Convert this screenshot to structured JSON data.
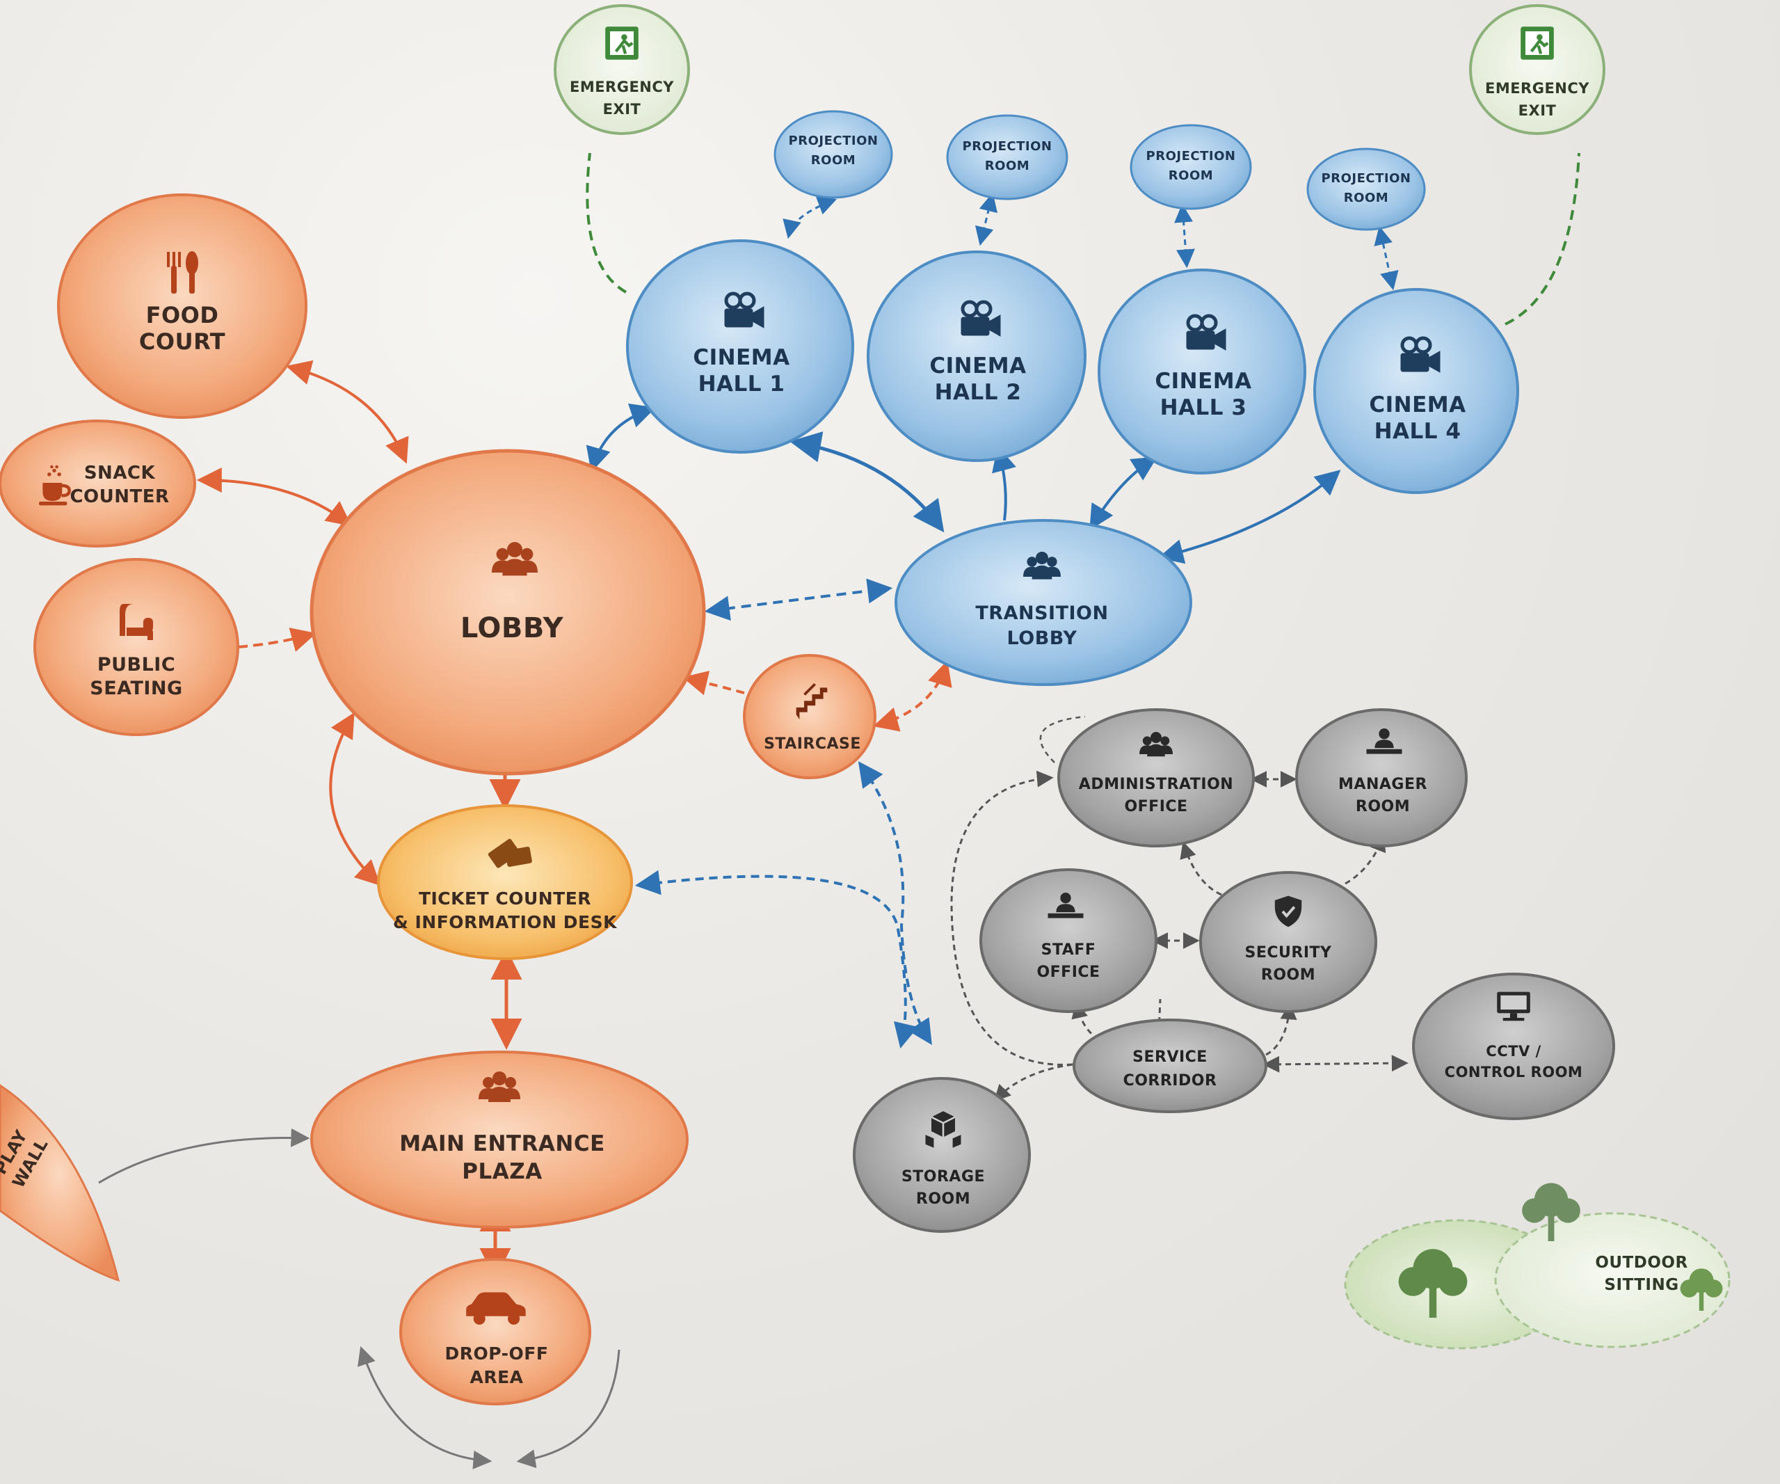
{
  "nodes": {
    "food_court": {
      "lines": [
        "FOOD",
        "COURT"
      ],
      "icon": "cutlery-icon"
    },
    "snack_counter": {
      "lines": [
        "SNACK",
        "COUNTER"
      ],
      "icon": "coffee-cup-icon"
    },
    "public_seating": {
      "lines": [
        "PUBLIC",
        "SEATING"
      ],
      "icon": "armchair-icon"
    },
    "lobby": {
      "lines": [
        "LOBBY"
      ],
      "icon": "people-group-icon"
    },
    "ticket_counter": {
      "lines": [
        "TICKET COUNTER",
        "& INFORMATION DESK"
      ],
      "icon": "tickets-icon"
    },
    "main_entrance": {
      "lines": [
        "MAIN ENTRANCE",
        "PLAZA"
      ],
      "icon": "people-group-icon"
    },
    "drop_off": {
      "lines": [
        "DROP-OFF",
        "AREA"
      ],
      "icon": "car-icon"
    },
    "display_wall": {
      "lines": [
        "PLAY",
        "WALL"
      ]
    },
    "staircase": {
      "lines": [
        "STAIRCASE"
      ],
      "icon": "stairs-icon"
    },
    "emergency_exit_1": {
      "lines": [
        "EMERGENCY",
        "EXIT"
      ],
      "icon": "exit-sign-icon"
    },
    "emergency_exit_2": {
      "lines": [
        "EMERGENCY",
        "EXIT"
      ],
      "icon": "exit-sign-icon"
    },
    "projection_1": {
      "lines": [
        "PROJECTION",
        "ROOM"
      ]
    },
    "projection_2": {
      "lines": [
        "PROJECTION",
        "ROOM"
      ]
    },
    "projection_3": {
      "lines": [
        "PROJECTION",
        "ROOM"
      ]
    },
    "projection_4": {
      "lines": [
        "PROJECTION",
        "ROOM"
      ]
    },
    "cinema_1": {
      "lines": [
        "CINEMA",
        "HALL 1"
      ],
      "icon": "movie-camera-icon"
    },
    "cinema_2": {
      "lines": [
        "CINEMA",
        "HALL 2"
      ],
      "icon": "movie-camera-icon"
    },
    "cinema_3": {
      "lines": [
        "CINEMA",
        "HALL 3"
      ],
      "icon": "movie-camera-icon"
    },
    "cinema_4": {
      "lines": [
        "CINEMA",
        "HALL 4"
      ],
      "icon": "movie-camera-icon"
    },
    "transition_lobby": {
      "lines": [
        "TRANSITION",
        "LOBBY"
      ],
      "icon": "people-group-icon"
    },
    "admin_office": {
      "lines": [
        "ADMINISTRATION",
        "OFFICE"
      ],
      "icon": "people-group-icon"
    },
    "manager_room": {
      "lines": [
        "MANAGER",
        "ROOM"
      ],
      "icon": "desk-person-icon"
    },
    "staff_office": {
      "lines": [
        "STAFF",
        "OFFICE"
      ],
      "icon": "desk-person-icon"
    },
    "security_room": {
      "lines": [
        "SECURITY",
        "ROOM"
      ],
      "icon": "shield-icon"
    },
    "service_corridor": {
      "lines": [
        "SERVICE",
        "CORRIDOR"
      ]
    },
    "cctv_room": {
      "lines": [
        "CCTV /",
        "CONTROL ROOM"
      ],
      "icon": "monitor-icon"
    },
    "storage_room": {
      "lines": [
        "STORAGE",
        "ROOM"
      ],
      "icon": "boxes-icon"
    },
    "outdoor_sitting": {
      "lines": [
        "OUTDOOR",
        "SITTING"
      ],
      "icon": "tree-icon"
    }
  },
  "colors": {
    "public_fill": "#f2a77a",
    "public_stroke": "#e0784a",
    "ticket_fill": "#f6bf6e",
    "ticket_stroke": "#e8953a",
    "cinema_fill": "#9cc4e6",
    "cinema_stroke": "#4e8cc4",
    "service_fill": "#9c9c9c",
    "service_stroke": "#6a6a6a",
    "exit_fill": "#e7efdc",
    "exit_stroke": "#8cb07a",
    "outdoor_fill": "#d4e4c0",
    "arrow_public": "#e2653a",
    "arrow_cinema": "#2f73b4",
    "arrow_service": "#555555",
    "arrow_exit": "#3f8a3a",
    "text_dark": "#3b2a22",
    "text_cinema": "#1d3550",
    "text_service": "#222222"
  }
}
